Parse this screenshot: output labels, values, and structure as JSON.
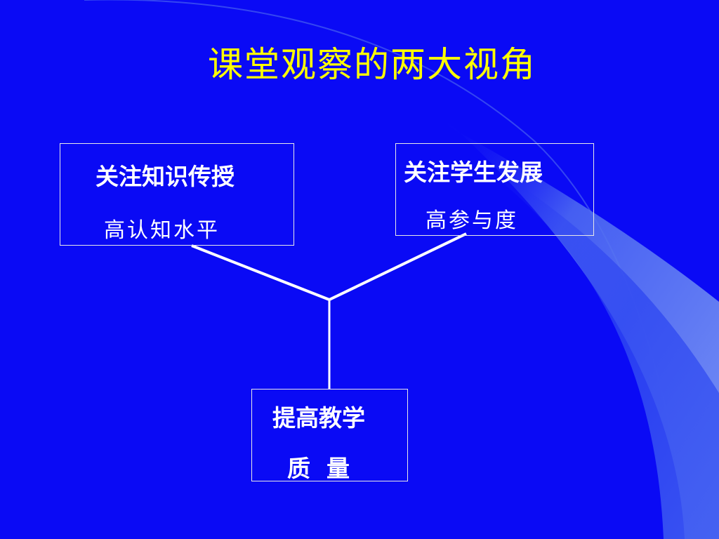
{
  "slide": {
    "title": "课堂观察的两大视角",
    "colors": {
      "background": "#0A0AF5",
      "title": "#FFFF00",
      "text": "#FFFFFF",
      "box_border": "#E8E8E8",
      "connector": "#FFFFFF",
      "swoosh_light": "#6E8CF2",
      "swoosh_mid": "#3A5BF0"
    }
  },
  "diagram": {
    "nodes": [
      {
        "id": "knowledge",
        "main": "关注知识传授",
        "sub": "高认知水平"
      },
      {
        "id": "student",
        "main": "关注学生发展",
        "sub": "高参与度"
      },
      {
        "id": "quality",
        "main": "提高教学",
        "sub": "质  量"
      }
    ],
    "edges": [
      {
        "from": "knowledge",
        "to": "quality"
      },
      {
        "from": "student",
        "to": "quality"
      }
    ]
  }
}
